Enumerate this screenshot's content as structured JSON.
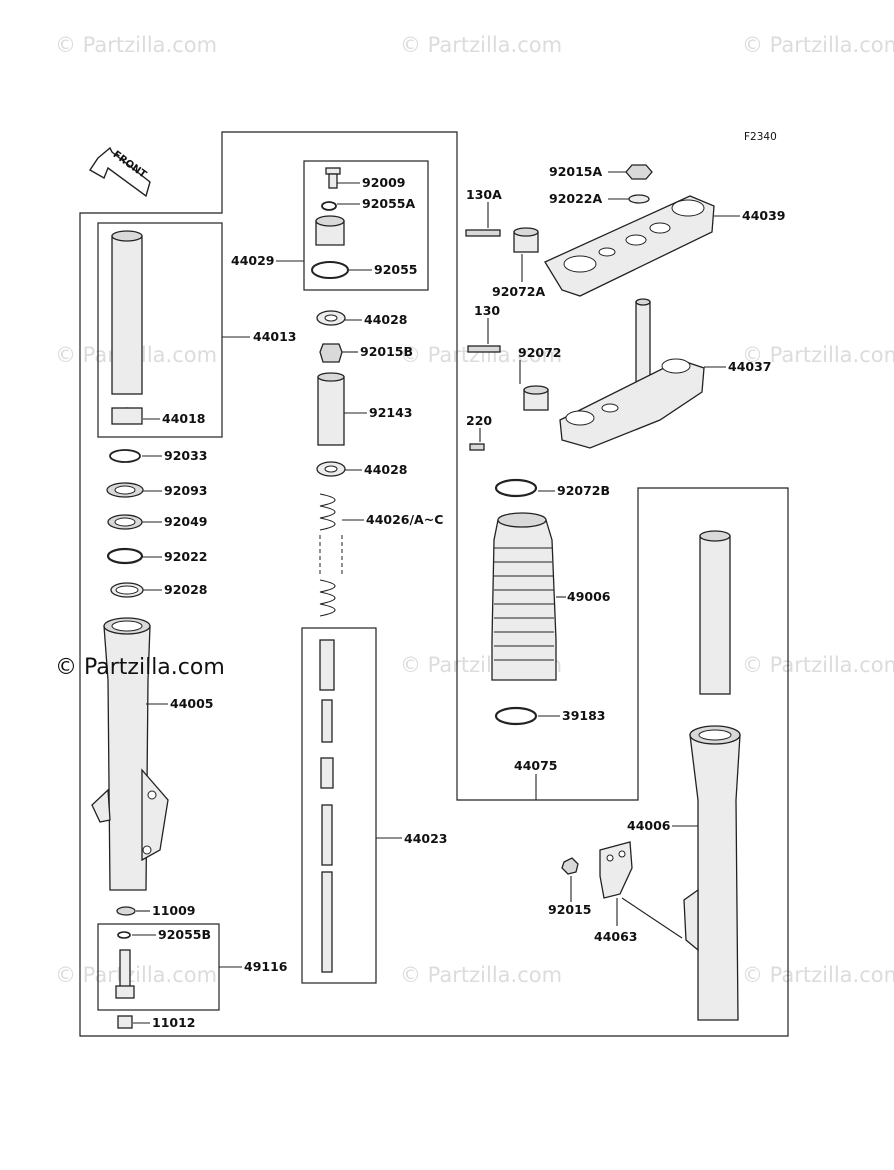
{
  "diagram_code": "F2340",
  "front_label": "FRONT",
  "watermarks": {
    "faint": "© Partzilla.com",
    "strong": "© Partzilla.com"
  },
  "callouts": {
    "p92009": "92009",
    "p92055A": "92055A",
    "p44029": "44029",
    "p92055": "92055",
    "p44028a": "44028",
    "p92015B": "92015B",
    "p92143": "92143",
    "p44028b": "44028",
    "p44026": "44026/A~C",
    "p44013": "44013",
    "p44018": "44018",
    "p92033": "92033",
    "p92093": "92093",
    "p92049": "92049",
    "p92022": "92022",
    "p92028": "92028",
    "p44005": "44005",
    "p44023": "44023",
    "p11009": "11009",
    "p92055B": "92055B",
    "p49116": "49116",
    "p11012": "11012",
    "p92015A": "92015A",
    "p92022A": "92022A",
    "p130A": "130A",
    "p44039": "44039",
    "p92072A": "92072A",
    "p130": "130",
    "p92072": "92072",
    "p44037": "44037",
    "p220": "220",
    "p92072B": "92072B",
    "p49006": "49006",
    "p39183": "39183",
    "p44075": "44075",
    "p44006": "44006",
    "p92015": "92015",
    "p44063": "44063"
  }
}
